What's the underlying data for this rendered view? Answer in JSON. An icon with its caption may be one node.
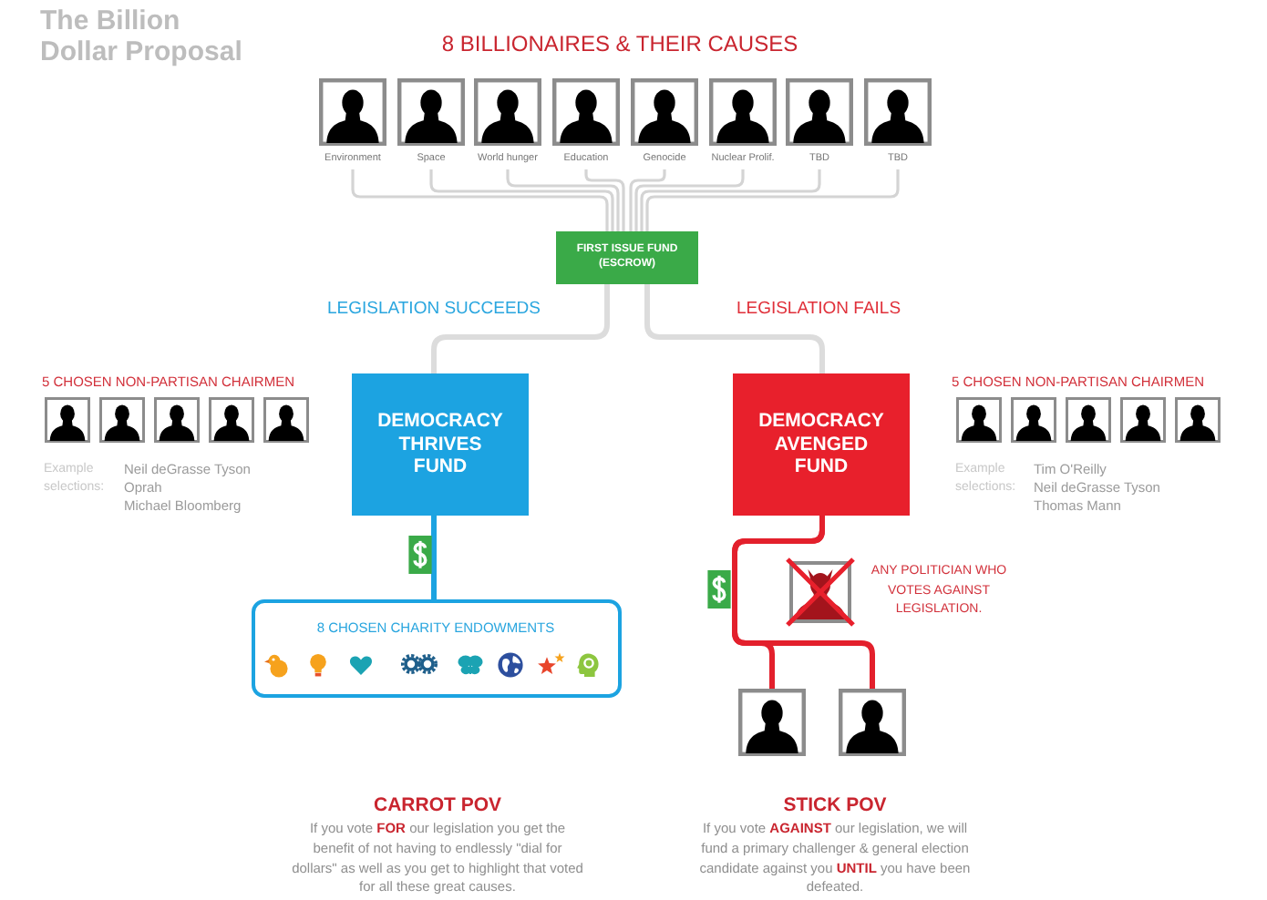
{
  "diagram": {
    "title": "The Billion Dollar Proposal",
    "nodes": [
      {
        "text": [],
        "shape": "person",
        "beside": [
          "Environment"
        ]
      },
      {
        "text": [],
        "shape": "person",
        "beside": [
          "Space"
        ]
      },
      {
        "text": [],
        "shape": "person",
        "beside": [
          "World hunger"
        ]
      },
      {
        "text": [],
        "shape": "person",
        "beside": [
          "Education"
        ]
      },
      {
        "text": [],
        "shape": "person",
        "beside": [
          "Genocide"
        ]
      },
      {
        "text": [],
        "shape": "person",
        "beside": [
          "Nuclear Prolif."
        ]
      },
      {
        "text": [],
        "shape": "person",
        "beside": [
          "TBD"
        ]
      },
      {
        "text": [],
        "shape": "person",
        "beside": [
          "TBD"
        ]
      },
      {
        "text": [
          "FIRST ISSUE FUND (ESCROW)"
        ]
      },
      {
        "text": [],
        "shape": "person"
      },
      {
        "text": [],
        "shape": "person"
      },
      {
        "text": [],
        "shape": "person"
      },
      {
        "text": [],
        "shape": "person"
      },
      {
        "text": [],
        "shape": "person"
      },
      {
        "text": [
          "DEMOCRACY THRIVES FUND"
        ]
      },
      {
        "text": [
          "DEMOCRACY AVENGED FUND"
        ]
      },
      {
        "text": [],
        "shape": "person"
      },
      {
        "text": [],
        "shape": "person"
      },
      {
        "text": [],
        "shape": "person"
      },
      {
        "text": [],
        "shape": "person"
      },
      {
        "text": [],
        "shape": "person"
      },
      {
        "text": [],
        "shape": "picture",
        "beside": [
          "ANY POLITICIAN WHO VOTES AGAINST LEGISLATION."
        ]
      },
      {
        "text": [
          "8 CHOSEN CHARITY ENDOWMENTS"
        ]
      },
      {
        "text": [],
        "shape": "person"
      },
      {
        "text": [],
        "shape": "person"
      }
    ],
    "edges": [
      {
        "from": 0,
        "to": 8,
        "arrow": "none"
      },
      {
        "from": 1,
        "to": 8,
        "arrow": "none"
      },
      {
        "from": 2,
        "to": 8,
        "arrow": "none"
      },
      {
        "from": 3,
        "to": 8,
        "arrow": "none"
      },
      {
        "from": 4,
        "to": 8,
        "arrow": "none"
      },
      {
        "from": 5,
        "to": 8,
        "arrow": "none"
      },
      {
        "from": 6,
        "to": 8,
        "arrow": "none"
      },
      {
        "from": 7,
        "to": 8,
        "arrow": "none"
      },
      {
        "from": 8,
        "to": 14,
        "arrow": "none",
        "label": "LEGISLATION SUCCEEDS"
      },
      {
        "from": 8,
        "to": 15,
        "arrow": "none",
        "label": "LEGISLATION FAILS"
      },
      {
        "from": 14,
        "to": 22,
        "arrow": "none",
        "color": "#1ca3e1"
      },
      {
        "from": 15,
        "to": 23,
        "arrow": "none",
        "color": "#e3202c"
      },
      {
        "from": 15,
        "to": 24,
        "arrow": "none",
        "color": "#e3202c"
      }
    ],
    "labels": [
      "8 BILLIONAIRES & THEIR CAUSES",
      "5 CHOSEN NON-PARTISAN CHAIRMEN",
      "Example selections:",
      "Neil deGrasse Tyson",
      "Oprah",
      "Michael Bloomberg",
      "5 CHOSEN NON-PARTISAN CHAIRMEN",
      "Example selections:",
      "Tim O'Reilly",
      "Neil deGrasse Tyson",
      "Thomas Mann",
      "CARROT POV",
      "If you vote **FOR** our legislation you get the benefit of not having to endlessly \"dial for dollars\" as well as you get to highlight that voted for all these great causes.",
      "STICK POV",
      "If you vote **AGAINST** our legislation, we will fund a primary challenger & general election candidate against you **UNTIL** you have been defeated."
    ]
  }
}
